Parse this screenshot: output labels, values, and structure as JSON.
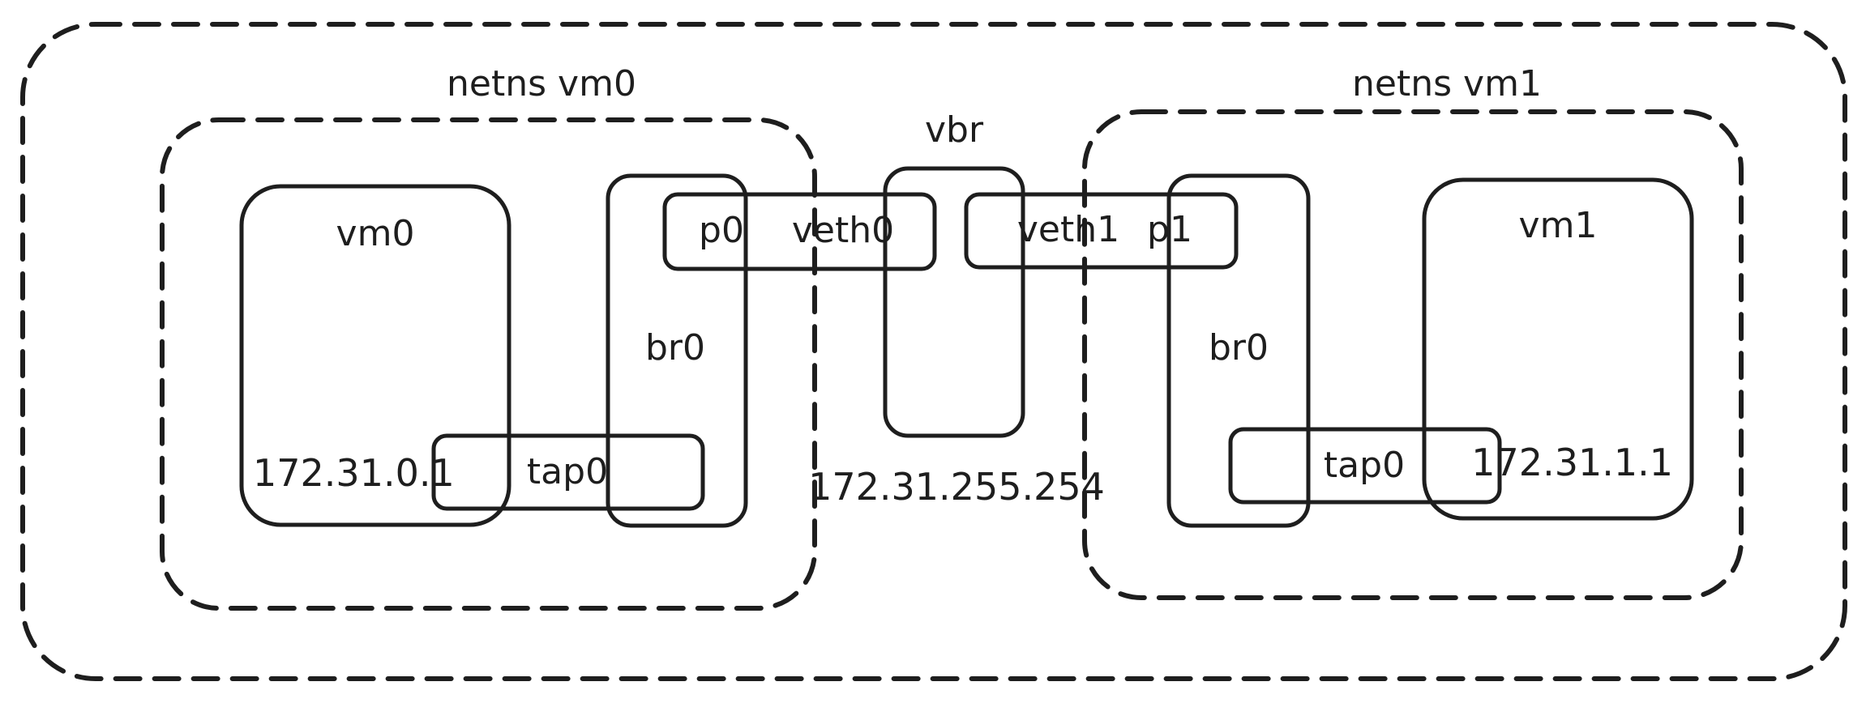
{
  "diagram": {
    "host_label": "",
    "namespaces": [
      {
        "label": "netns vm0",
        "vm": "vm0",
        "ip": "172.31.0.1",
        "bridge": "br0",
        "tap": "tap0",
        "peer": "p0",
        "veth": "veth0"
      },
      {
        "label": "netns vm1",
        "vm": "vm1",
        "ip": "172.31.1.1",
        "bridge": "br0",
        "tap": "tap0",
        "peer": "p1",
        "veth": "veth1"
      }
    ],
    "vbr": {
      "label": "vbr",
      "ip": "172.31.255.254"
    }
  }
}
